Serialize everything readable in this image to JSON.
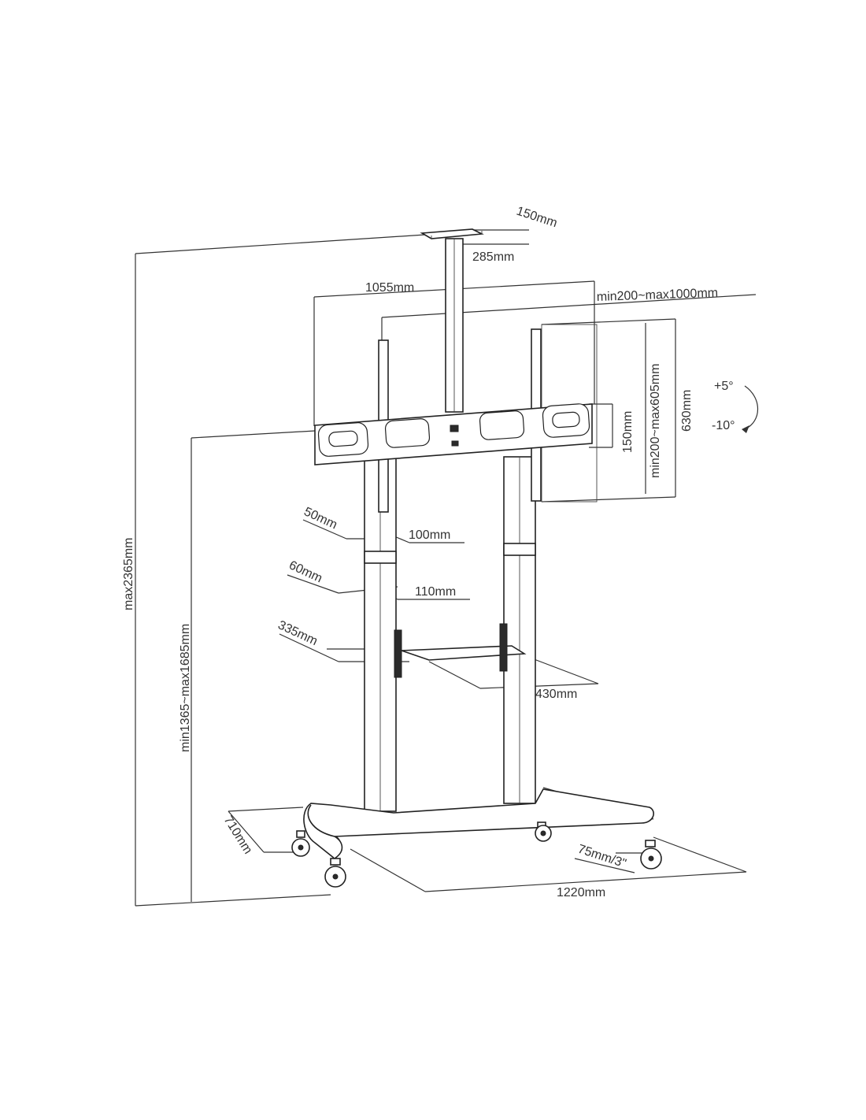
{
  "diagram": {
    "colors": {
      "line": "#333333",
      "part_fill": "#ffffff",
      "dark_fill": "#2b2b2b",
      "background": "#ffffff"
    },
    "labels": {
      "camera_depth": "150mm",
      "camera_width": "285mm",
      "bracket_width": "1055mm",
      "vesa_horizontal": "min200~max1000mm",
      "vesa_vertical": "min200~max605mm",
      "arm_height": "630mm",
      "bracket_height": "150mm",
      "tilt_up": "+5°",
      "tilt_down": "-10°",
      "total_height": "max2365mm",
      "screen_center_height": "min1365~max1685mm",
      "column_depth_upper": "50mm",
      "column_width_upper": "100mm",
      "column_depth_lower": "60mm",
      "column_width_lower": "110mm",
      "shelf_depth": "335mm",
      "shelf_width": "430mm",
      "base_depth": "710mm",
      "base_width": "1220mm",
      "caster_size": "75mm/3\""
    }
  }
}
